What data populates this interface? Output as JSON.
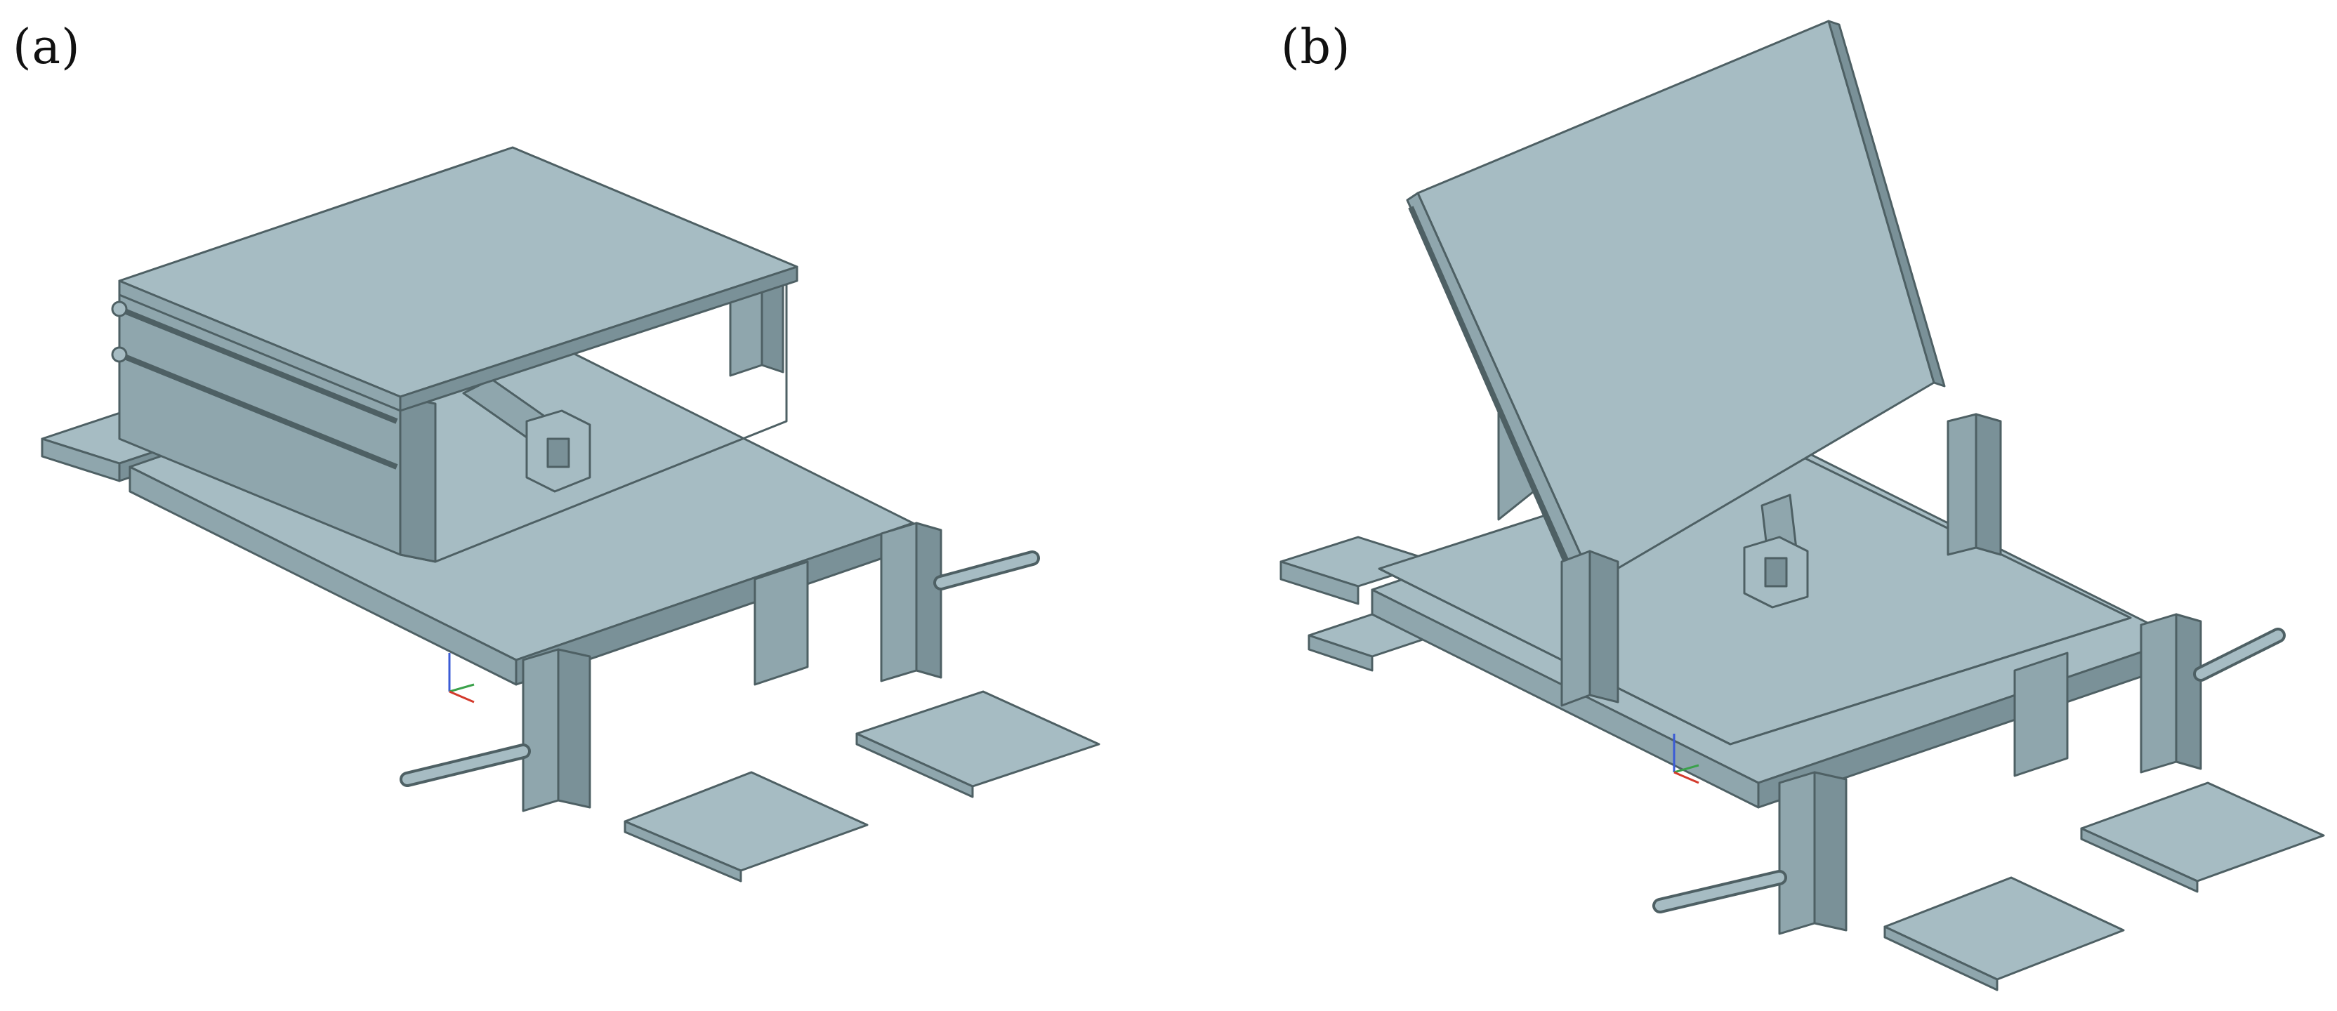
{
  "figure": {
    "panels": [
      {
        "id": "a",
        "label": "(a)"
      },
      {
        "id": "b",
        "label": "(b)"
      }
    ]
  },
  "colors": {
    "top": "#a6bcc3",
    "side": "#8fa6ad",
    "dark": "#7a9198",
    "edge": "#4e6064"
  },
  "icons": [
    "triad-axis-icon"
  ]
}
